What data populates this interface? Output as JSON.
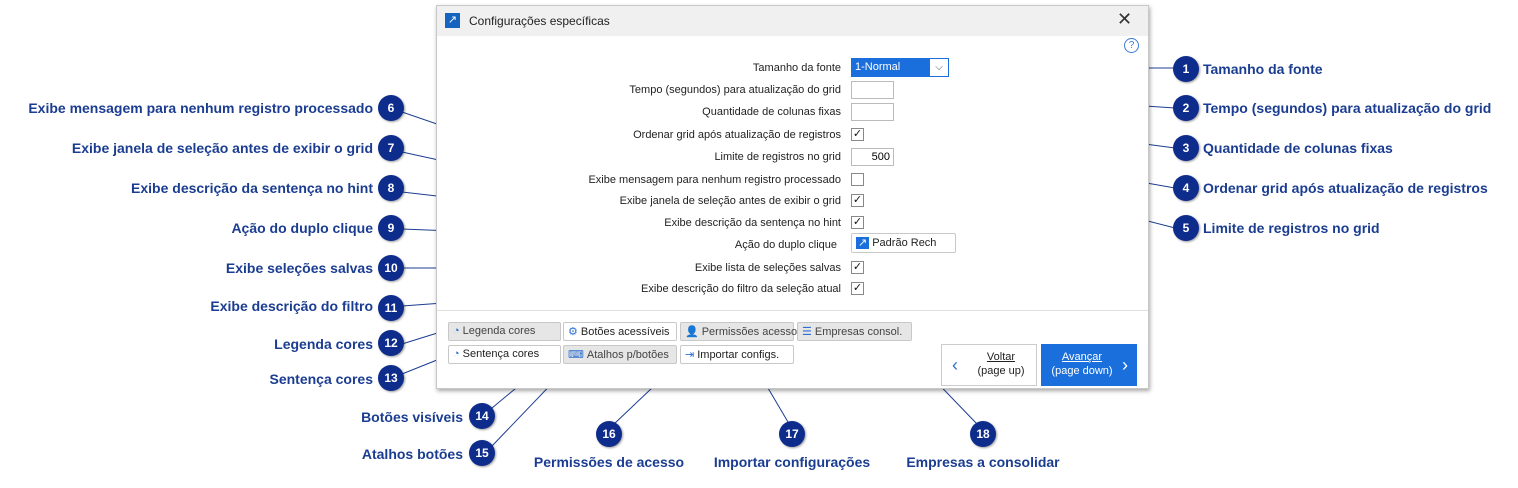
{
  "dialog": {
    "title": "Configurações específicas",
    "help": "?",
    "close": "✕",
    "fields": {
      "fonte_label": "Tamanho da fonte",
      "fonte_value": "1-Normal",
      "tempo_label": "Tempo (segundos) para atualização do grid",
      "tempo_value": "",
      "colunas_label": "Quantidade de colunas fixas",
      "colunas_value": "",
      "ordenar_label": "Ordenar grid após atualização de registros",
      "ordenar_checked": true,
      "limite_label": "Limite de registros no grid",
      "limite_value": "500",
      "mensagem_label": "Exibe mensagem para nenhum registro processado",
      "mensagem_checked": false,
      "janela_label": "Exibe janela de seleção antes de exibir o grid",
      "janela_checked": true,
      "sentenca_label": "Exibe descrição da sentença no hint",
      "sentenca_checked": true,
      "acao_label": "Ação do duplo clique",
      "acao_value": "Padrão Rech",
      "lista_label": "Exibe lista de seleções salvas",
      "lista_checked": true,
      "filtro_label": "Exibe descrição do filtro da seleção atual",
      "filtro_checked": true
    },
    "buttons": {
      "legenda": "Legenda cores",
      "botoes": "Botões acessíveis",
      "permissoes": "Permissões acesso",
      "empresas": "Empresas consol.",
      "sentenca": "Sentença cores",
      "atalhos": "Atalhos p/botões",
      "importar": "Importar configs."
    },
    "nav": {
      "voltar": "Voltar",
      "voltar_sub": "(page up)",
      "avancar": "Avançar",
      "avancar_sub": "(page down)"
    }
  },
  "callouts": [
    {
      "n": "1",
      "text": "Tamanho da fonte"
    },
    {
      "n": "2",
      "text": "Tempo (segundos) para atualização do grid"
    },
    {
      "n": "3",
      "text": "Quantidade de colunas fixas"
    },
    {
      "n": "4",
      "text": "Ordenar grid após atualização de registros"
    },
    {
      "n": "5",
      "text": "Limite de registros no grid"
    },
    {
      "n": "6",
      "text": "Exibe mensagem para nenhum registro processado"
    },
    {
      "n": "7",
      "text": "Exibe janela de seleção antes de exibir o grid"
    },
    {
      "n": "8",
      "text": "Exibe descrição da sentença no hint"
    },
    {
      "n": "9",
      "text": "Ação do duplo clique"
    },
    {
      "n": "10",
      "text": "Exibe seleções salvas"
    },
    {
      "n": "11",
      "text": "Exibe descrição do filtro"
    },
    {
      "n": "12",
      "text": "Legenda cores"
    },
    {
      "n": "13",
      "text": "Sentença cores"
    },
    {
      "n": "14",
      "text": "Botões visíveis"
    },
    {
      "n": "15",
      "text": "Atalhos botões"
    },
    {
      "n": "16",
      "text": "Permissões de acesso"
    },
    {
      "n": "17",
      "text": "Importar configurações"
    },
    {
      "n": "18",
      "text": "Empresas a consolidar"
    }
  ],
  "colors": {
    "accent": "#1a6fdc",
    "callout_circle": "#0d2c8c",
    "callout_text": "#1b3d91"
  }
}
